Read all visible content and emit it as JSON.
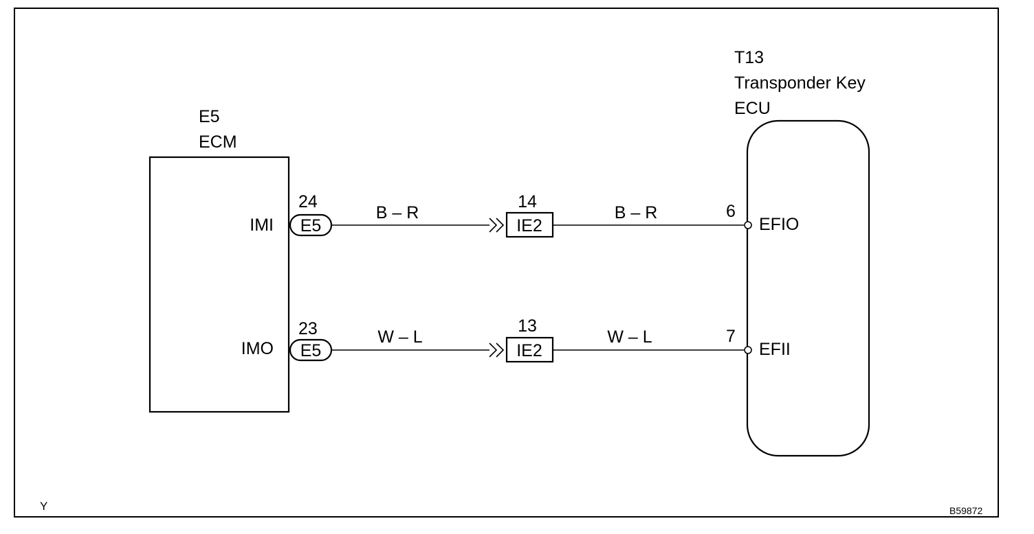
{
  "ecm": {
    "code": "E5",
    "name": "ECM",
    "pins": [
      {
        "terminal": "IMI",
        "pin_number": "24",
        "connector": "E5"
      },
      {
        "terminal": "IMO",
        "pin_number": "23",
        "connector": "E5"
      }
    ]
  },
  "transponder_ecu": {
    "code": "T13",
    "name_line1": "Transponder Key",
    "name_line2": "ECU",
    "pins": [
      {
        "terminal": "EFIO",
        "pin_number": "6"
      },
      {
        "terminal": "EFII",
        "pin_number": "7"
      }
    ]
  },
  "wires": [
    {
      "color_left": "B – R",
      "color_right": "B – R",
      "junction_connector": "IE2",
      "junction_pin": "14"
    },
    {
      "color_left": "W – L",
      "color_right": "W – L",
      "junction_connector": "IE2",
      "junction_pin": "13"
    }
  ],
  "corner_left": "Y",
  "figure_code": "B59872"
}
